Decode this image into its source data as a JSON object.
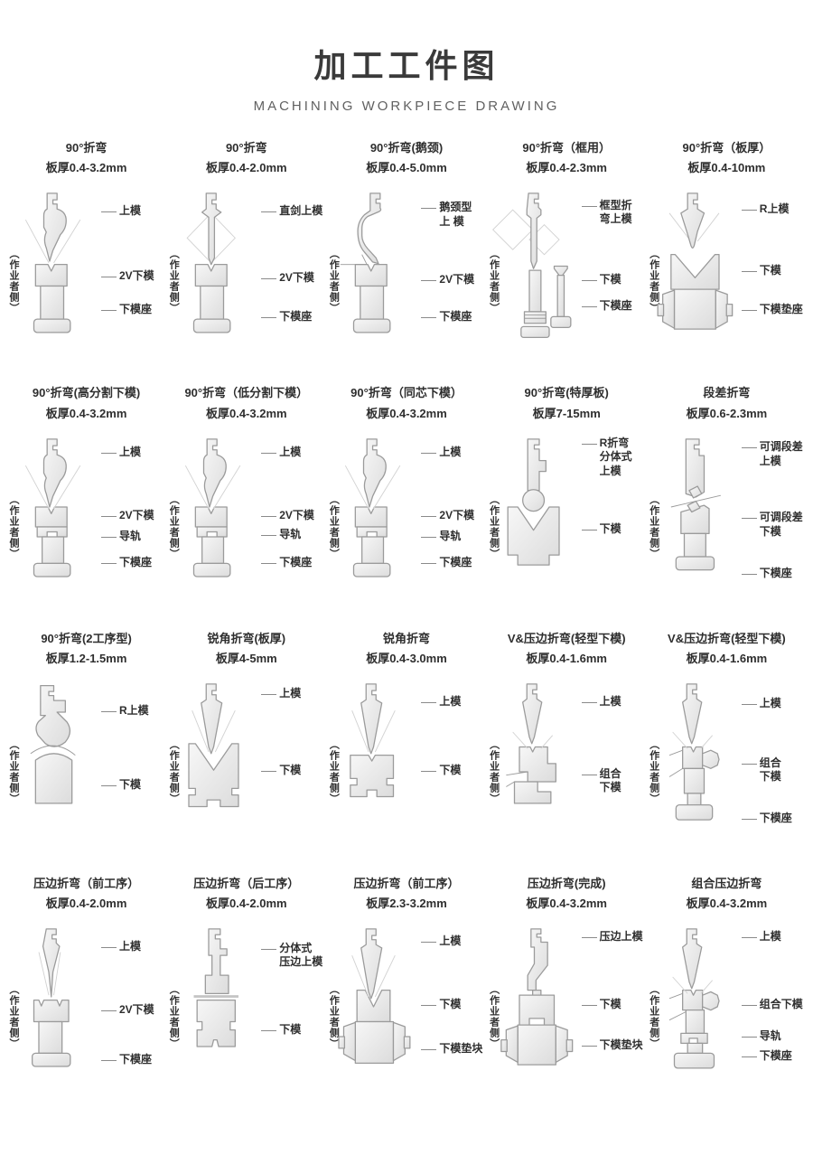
{
  "page": {
    "title": "加工工件图",
    "subtitle": "MACHINING WORKPIECE DRAWING"
  },
  "side_label": "（作业者侧）",
  "cells": [
    {
      "title": "90°折弯",
      "thickness": "板厚0.4-3.2mm",
      "figure": {
        "punch": "gooseneck",
        "lower": "v2_holder"
      },
      "labels": [
        {
          "text": "上模",
          "y": 13
        },
        {
          "text": "2V下模",
          "y": 48
        },
        {
          "text": "下模座",
          "y": 66
        }
      ]
    },
    {
      "title": "90°折弯",
      "thickness": "板厚0.4-2.0mm",
      "figure": {
        "punch": "straight",
        "lower": "v2_holder"
      },
      "labels": [
        {
          "text": "直剑上模",
          "y": 13
        },
        {
          "text": "2V下模",
          "y": 49
        },
        {
          "text": "下模座",
          "y": 70
        }
      ]
    },
    {
      "title": "90°折弯(鹅颈)",
      "thickness": "板厚0.4-5.0mm",
      "figure": {
        "punch": "big_goose",
        "lower": "v2_holder"
      },
      "labels": [
        {
          "text": "鹅颈型\n上 模",
          "y": 11
        },
        {
          "text": "2V下模",
          "y": 50
        },
        {
          "text": "下模座",
          "y": 70
        }
      ]
    },
    {
      "title": "90°折弯（框用）",
      "thickness": "板厚0.4-2.3mm",
      "figure": {
        "punch": "frame",
        "lower": "frame_pair"
      },
      "labels": [
        {
          "text": "框型折\n弯上模",
          "y": 10
        },
        {
          "text": "下模",
          "y": 50
        },
        {
          "text": "下模座",
          "y": 64
        }
      ]
    },
    {
      "title": "90°折弯（板厚）",
      "thickness": "板厚0.4-10mm",
      "figure": {
        "punch": "r_punch",
        "lower": "bigv_cushion"
      },
      "labels": [
        {
          "text": "R上模",
          "y": 12
        },
        {
          "text": "下模",
          "y": 45
        },
        {
          "text": "下模垫座",
          "y": 66
        }
      ]
    },
    {
      "title": "90°折弯(高分割下模)",
      "thickness": "板厚0.4-3.2mm",
      "figure": {
        "punch": "gooseneck",
        "lower": "v2_rail"
      },
      "labels": [
        {
          "text": "上模",
          "y": 11
        },
        {
          "text": "2V下模",
          "y": 45
        },
        {
          "text": "导轨",
          "y": 56
        },
        {
          "text": "下模座",
          "y": 70
        }
      ]
    },
    {
      "title": "90°折弯（低分割下模）",
      "thickness": "板厚0.4-3.2mm",
      "figure": {
        "punch": "gooseneck",
        "lower": "v2_rail"
      },
      "labels": [
        {
          "text": "上模",
          "y": 11
        },
        {
          "text": "2V下模",
          "y": 45
        },
        {
          "text": "导轨",
          "y": 55
        },
        {
          "text": "下模座",
          "y": 70
        }
      ]
    },
    {
      "title": "90°折弯（同芯下模）",
      "thickness": "板厚0.4-3.2mm",
      "figure": {
        "punch": "gooseneck",
        "lower": "v2_rail"
      },
      "labels": [
        {
          "text": "上模",
          "y": 11
        },
        {
          "text": "2V下模",
          "y": 45
        },
        {
          "text": "导轨",
          "y": 56
        },
        {
          "text": "下模座",
          "y": 70
        }
      ]
    },
    {
      "title": "90°折弯(特厚板)",
      "thickness": "板厚7-15mm",
      "figure": {
        "punch": "thick_col",
        "lower": "thick_block"
      },
      "labels": [
        {
          "text": "R折弯\n分体式\n上模",
          "y": 6
        },
        {
          "text": "下模",
          "y": 52
        }
      ]
    },
    {
      "title": "段差折弯",
      "thickness": "板厚0.6-2.3mm",
      "figure": {
        "punch": "step_punch",
        "lower": "step_block"
      },
      "labels": [
        {
          "text": "可调段差\n上模",
          "y": 8
        },
        {
          "text": "可调段差\n下模",
          "y": 46
        },
        {
          "text": "下模座",
          "y": 76
        }
      ]
    },
    {
      "title": "90°折弯(2工序型)",
      "thickness": "板厚1.2-1.5mm",
      "figure": {
        "punch": "hook_r",
        "lower": "round_die"
      },
      "labels": [
        {
          "text": "R上模",
          "y": 18
        },
        {
          "text": "下模",
          "y": 58
        }
      ]
    },
    {
      "title": "锐角折弯(板厚)",
      "thickness": "板厚4-5mm",
      "figure": {
        "punch": "acute",
        "lower": "bigv_step"
      },
      "labels": [
        {
          "text": "上模",
          "y": 9
        },
        {
          "text": "下模",
          "y": 50
        }
      ]
    },
    {
      "title": "锐角折弯",
      "thickness": "板厚0.4-3.0mm",
      "figure": {
        "punch": "acute",
        "lower": "smallv_step"
      },
      "labels": [
        {
          "text": "上模",
          "y": 13
        },
        {
          "text": "下模",
          "y": 50
        }
      ]
    },
    {
      "title": "V&压边折弯(轻型下模)",
      "thickness": "板厚0.4-1.6mm",
      "figure": {
        "punch": "acute_short",
        "lower": "combo_light"
      },
      "labels": [
        {
          "text": "上模",
          "y": 13
        },
        {
          "text": "组合\n下模",
          "y": 52
        }
      ]
    },
    {
      "title": "V&压边折弯(轻型下模)",
      "thickness": "板厚0.4-1.6mm",
      "figure": {
        "punch": "acute_short",
        "lower": "combo_base"
      },
      "labels": [
        {
          "text": "上模",
          "y": 14
        },
        {
          "text": "组合\n下模",
          "y": 46
        },
        {
          "text": "下模座",
          "y": 76
        }
      ]
    },
    {
      "title": "压边折弯（前工序）",
      "thickness": "板厚0.4-2.0mm",
      "figure": {
        "punch": "hem_front",
        "lower": "v2_double"
      },
      "labels": [
        {
          "text": "上模",
          "y": 13
        },
        {
          "text": "2V下模",
          "y": 47
        },
        {
          "text": "下模座",
          "y": 74
        }
      ]
    },
    {
      "title": "压边折弯（后工序）",
      "thickness": "板厚0.4-2.0mm",
      "figure": {
        "punch": "split_hem",
        "lower": "flat_die"
      },
      "labels": [
        {
          "text": "分体式\n压边上模",
          "y": 14
        },
        {
          "text": "下模",
          "y": 58
        }
      ]
    },
    {
      "title": "压边折弯（前工序）",
      "thickness": "板厚2.3-3.2mm",
      "figure": {
        "punch": "acute",
        "lower": "v_cushion"
      },
      "labels": [
        {
          "text": "上模",
          "y": 10
        },
        {
          "text": "下模",
          "y": 44
        },
        {
          "text": "下模垫块",
          "y": 68
        }
      ]
    },
    {
      "title": "压边折弯(完成)",
      "thickness": "板厚0.4-3.2mm",
      "figure": {
        "punch": "hem_finish",
        "lower": "flat_cushion"
      },
      "labels": [
        {
          "text": "压边上模",
          "y": 8
        },
        {
          "text": "下模",
          "y": 44
        },
        {
          "text": "下模垫块",
          "y": 66
        }
      ]
    },
    {
      "title": "组合压边折弯",
      "thickness": "板厚0.4-3.2mm",
      "figure": {
        "punch": "acute_short",
        "lower": "combo_full"
      },
      "labels": [
        {
          "text": "上模",
          "y": 8
        },
        {
          "text": "组合下模",
          "y": 44
        },
        {
          "text": "导轨",
          "y": 61
        },
        {
          "text": "下模座",
          "y": 72
        }
      ]
    }
  ]
}
